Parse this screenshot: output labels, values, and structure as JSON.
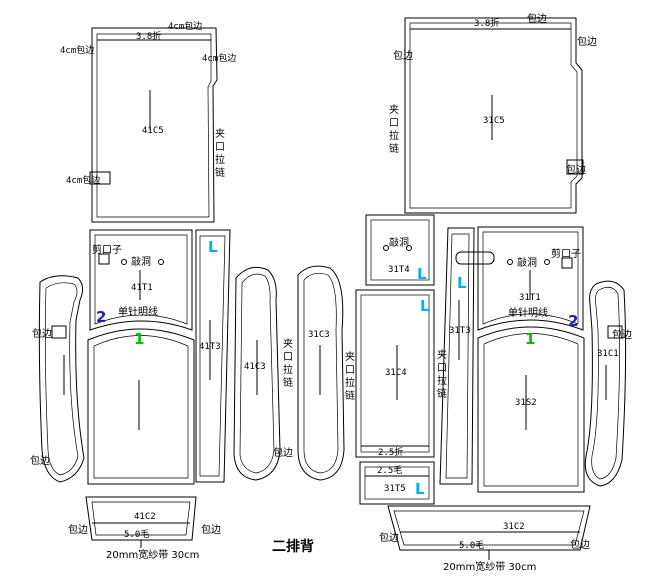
{
  "title": "二排背",
  "colors": {
    "line": "#000000",
    "l_mark": "#00b0f0",
    "num1": "#00c000",
    "num2": "#2020c0"
  },
  "pieces": {
    "p41C5": "41C5",
    "p41T1": "41T1",
    "p41T3": "41T3",
    "p41C3": "41C3",
    "p41C2": "41C2",
    "p31C5": "31C5",
    "p31T4": "31T4",
    "p31T3": "31T3",
    "p31T1": "31T1",
    "p31C4": "31C4",
    "p31C3": "31C3",
    "p31S2": "31S2",
    "p31C1": "31C1",
    "p31T5": "31T5",
    "p31C2": "31C2"
  },
  "labels": {
    "binding": "包边",
    "binding_4cm": "4cm包边",
    "fold_3_8": "3.8折",
    "fold_2_5": "2.5折",
    "wool_2_5": "2.5毛",
    "wool_5_0": "5.0毛",
    "zipper": "夹口拉链",
    "notch": "剪口子",
    "punch_hole": "敲洞",
    "single_stitch": "单针明线",
    "belt": "20mm宽纱带 30cm",
    "L": "L",
    "one": "1",
    "two": "2"
  }
}
